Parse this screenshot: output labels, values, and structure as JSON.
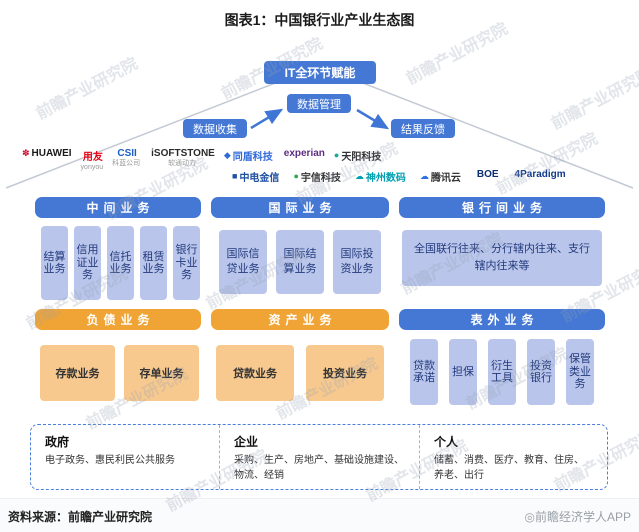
{
  "title": "图表1：中国银行业产业生态图",
  "roof": {
    "top": "IT全环节赋能",
    "manage": "数据管理",
    "collect": "数据收集",
    "feedback": "结果反馈"
  },
  "vendors_row1": [
    {
      "icon": "✽",
      "icon_color": "#cf0a2c",
      "label": "HUAWEI",
      "color": "#1a1a1a"
    },
    {
      "label": "用友",
      "color": "#e60012",
      "sub": "yonyou"
    },
    {
      "label": "CSII",
      "color": "#1b5fc1",
      "sub": "科蓝公司"
    },
    {
      "label": "iSOFTSTONE",
      "color": "#2b2b2b",
      "sub": "软通动力"
    },
    {
      "icon": "◆",
      "icon_color": "#2f6bd8",
      "label": "同盾科技",
      "color": "#2f6bd8"
    },
    {
      "label": "experian",
      "color": "#5c2d82"
    },
    {
      "icon": "●",
      "icon_color": "#18a999",
      "label": "天阳科技",
      "color": "#333333"
    }
  ],
  "vendors_row2": [
    {
      "icon": "■",
      "icon_color": "#1f4fa0",
      "label": "中电金信",
      "color": "#1f4fa0"
    },
    {
      "icon": "●",
      "icon_color": "#35a854",
      "label": "宇信科技",
      "color": "#333333"
    },
    {
      "icon": "☁",
      "icon_color": "#00a0b0",
      "label": "神州数码",
      "color": "#00a0b0"
    },
    {
      "icon": "☁",
      "icon_color": "#2b6de8",
      "label": "腾讯云",
      "color": "#333333"
    },
    {
      "label": "BOE",
      "color": "#0a2e6e"
    },
    {
      "label": "4Paradigm",
      "color": "#123a8c"
    }
  ],
  "sections": {
    "intermediate": {
      "title": "中间业务",
      "items": [
        "结算业务",
        "信用证业务",
        "信托业务",
        "租赁业务",
        "银行卡业务"
      ]
    },
    "international": {
      "title": "国际业务",
      "items": [
        "国际信贷业务",
        "国际结算业务",
        "国际投资业务"
      ]
    },
    "interbank": {
      "title": "银行间业务",
      "items": [
        "全国联行往来、分行辖内往来、支行辖内往来等"
      ]
    },
    "liability": {
      "title": "负债业务",
      "items": [
        "存款业务",
        "存单业务"
      ]
    },
    "asset": {
      "title": "资产业务",
      "items": [
        "贷款业务",
        "投资业务"
      ]
    },
    "off_balance": {
      "title": "表外业务",
      "items": [
        "贷款承诺",
        "担保",
        "衍生工具",
        "投资银行",
        "保管类业务"
      ]
    }
  },
  "customers": [
    {
      "title": "政府",
      "desc": "电子政务、惠民利民公共服务"
    },
    {
      "title": "企业",
      "desc": "采购、生产、房地产、基础设施建设、物流、经销"
    },
    {
      "title": "个人",
      "desc": "储蓄、消费、医疗、教育、住房、养老、出行"
    }
  ],
  "footer": {
    "source": "资料来源：前瞻产业研究院",
    "credit": "◎前瞻经济学人APP"
  },
  "watermark": "前瞻产业研究院",
  "colors": {
    "header_blue": "#4478d4",
    "header_orange": "#f0a435",
    "box_lavender": "#b9c5ea",
    "box_orange": "#f7c98e",
    "box_text_blue": "#223a7d",
    "arrow_blue": "#3f76d6",
    "dashed_border": "#4a7edc"
  }
}
